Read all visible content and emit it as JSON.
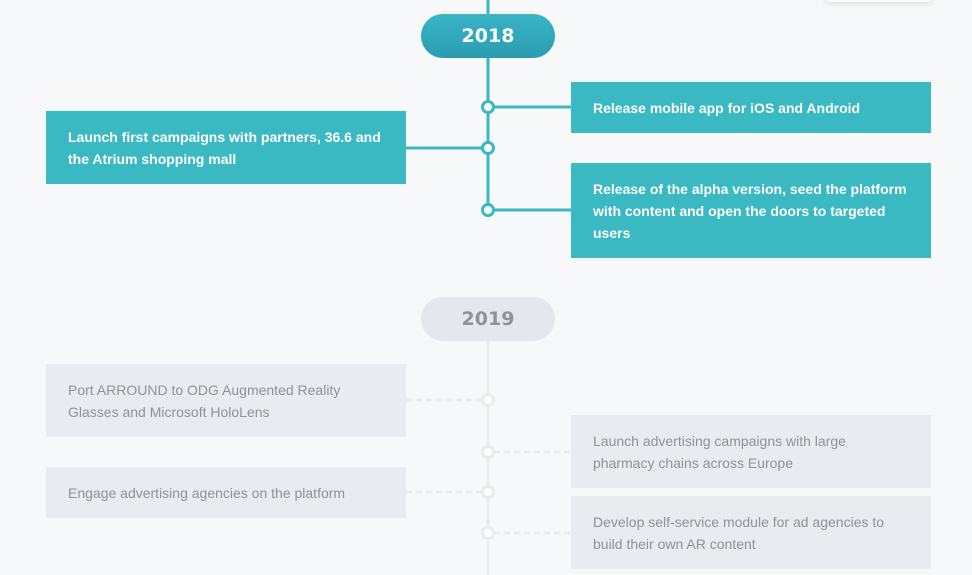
{
  "timeline": {
    "colors": {
      "accent": "#3ab9c3",
      "muted": "#e8ebef",
      "muted_text": "#8e939b"
    },
    "years": [
      {
        "label": "2018",
        "status": "active",
        "milestones": [
          {
            "side": "right",
            "text": "Release mobile app for iOS and Android"
          },
          {
            "side": "left",
            "text": "Launch first campaigns with partners, 36.6 and the Atrium shopping mall"
          },
          {
            "side": "right",
            "text": "Release of the alpha version, seed the platform with content and open the doors to targeted users"
          }
        ]
      },
      {
        "label": "2019",
        "status": "upcoming",
        "milestones": [
          {
            "side": "left",
            "text": "Port ARROUND to ODG Augmented Reality Glasses and Microsoft HoloLens"
          },
          {
            "side": "right",
            "text": "Launch advertising campaigns with large pharmacy chains across Europe"
          },
          {
            "side": "left",
            "text": "Engage advertising agencies on the platform"
          },
          {
            "side": "right",
            "text": "Develop self-service module for ad agencies to build their own AR content"
          }
        ]
      }
    ]
  }
}
